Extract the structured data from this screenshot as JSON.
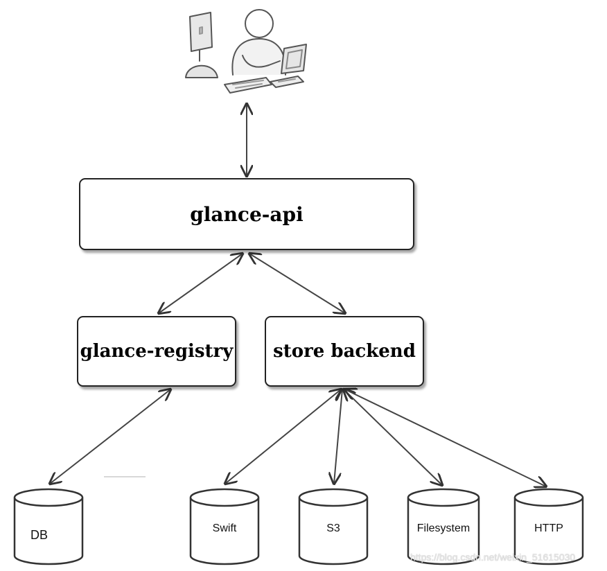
{
  "nodes": {
    "api": "glance-api",
    "registry": "glance-registry",
    "store": "store backend"
  },
  "backends": {
    "db": "DB",
    "swift": "Swift",
    "s3": "S3",
    "filesystem": "Filesystem",
    "http": "HTTP"
  },
  "watermark": "https://blog.csdn.net/weixin_51615030",
  "icons": {
    "users": "users-illustration-icon"
  }
}
